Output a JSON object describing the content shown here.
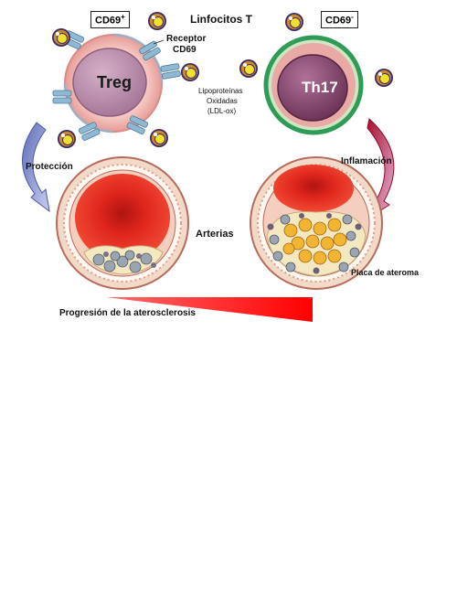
{
  "labels": {
    "cd69_pos_base": "CD69",
    "cd69_pos_sup": "+",
    "cd69_neg_base": "CD69",
    "cd69_neg_sup": "-",
    "linfocitos": "Linfocitos T",
    "receptor_line1": "Receptor",
    "receptor_line2": "CD69",
    "lipo_line1": "Lipoproteínas",
    "lipo_line2": "Oxidadas",
    "lipo_line3": "(LDL-ox)",
    "treg": "Treg",
    "th17": "Th17",
    "proteccion": "Protección",
    "inflamacion": "Inflamación",
    "arterias": "Arterias",
    "placa": "Placa de ateroma",
    "progresion": "Progresión de la aterosclerosis"
  },
  "colors": {
    "treg_outer": "#f2b7b3",
    "treg_nucleus": "#b98aa6",
    "th17_ring": "#2e9b57",
    "th17_nucleus": "#8a4a73",
    "receptor": "#8fb9d3",
    "ldl_ring": "#c98a2d",
    "ldl_core": "#f2e12a",
    "blood": "#e0261d",
    "artery_wall": "#f3d9c8",
    "arrow_protect": "#7f8fd0",
    "arrow_inflam": "#b3123a",
    "wedge": "#ff0000"
  }
}
